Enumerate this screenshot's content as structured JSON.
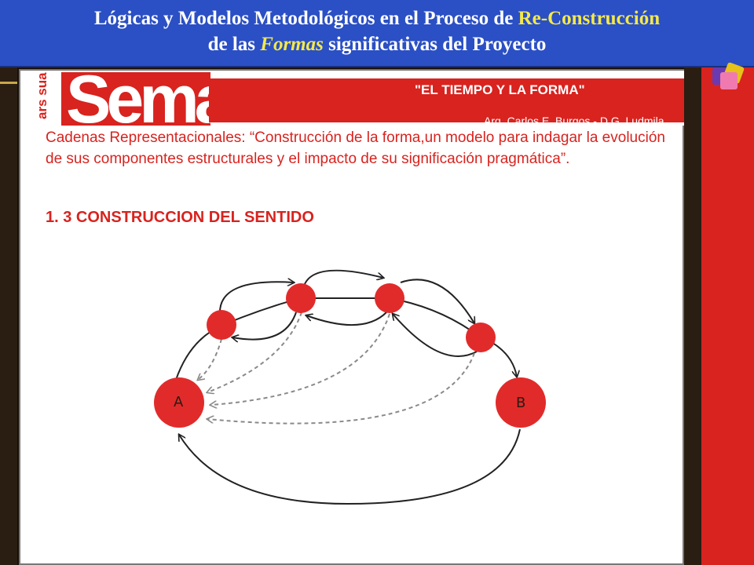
{
  "title": {
    "line1_a": "Lógicas y Modelos Metodológicos en el Proceso de ",
    "line1_b": "Re-Construcción",
    "line2_a": "de las ",
    "line2_b": "Formas",
    "line2_c": " significativas del Proyecto"
  },
  "slide": {
    "logo_vertical": "ars sua",
    "logo_word": "Sema",
    "tagline": "\"EL TIEMPO Y LA FORMA\"",
    "authors": "Arq. Carlos E. Burgos - D.G. Ludmila Strycek - D.G. Cecilia Roca",
    "subtitle": "Cadenas Representacionales: “Construcción de la forma,un modelo para indagar la evolución de sus componentes estructurales y el impacto de su significación pragmática”.",
    "section_heading": "1. 3 CONSTRUCCION DEL SENTIDO"
  },
  "diagram": {
    "node_a_label": "A",
    "node_b_label": "B"
  },
  "colors": {
    "title_bg": "#2b4fc4",
    "title_text": "#ffffff",
    "title_highlight": "#f4e94a",
    "brand_red": "#d8231f",
    "node_red": "#e12b2b",
    "dashed_arrow": "#8a8a8a"
  }
}
